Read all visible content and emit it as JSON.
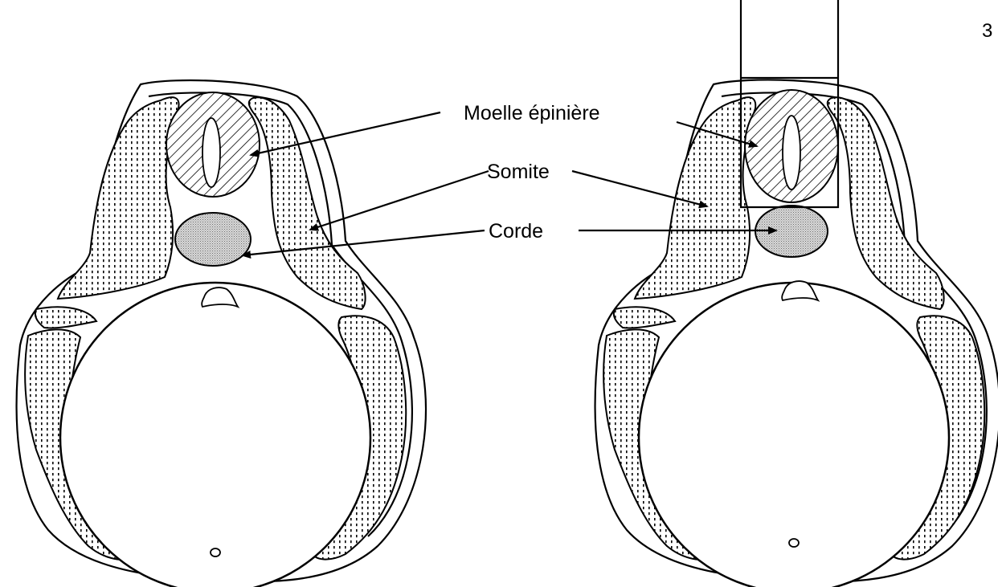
{
  "page_number": "3",
  "labels": {
    "spinal_cord": "Moelle épinière",
    "somite": "Somite",
    "notochord": "Corde"
  }
}
